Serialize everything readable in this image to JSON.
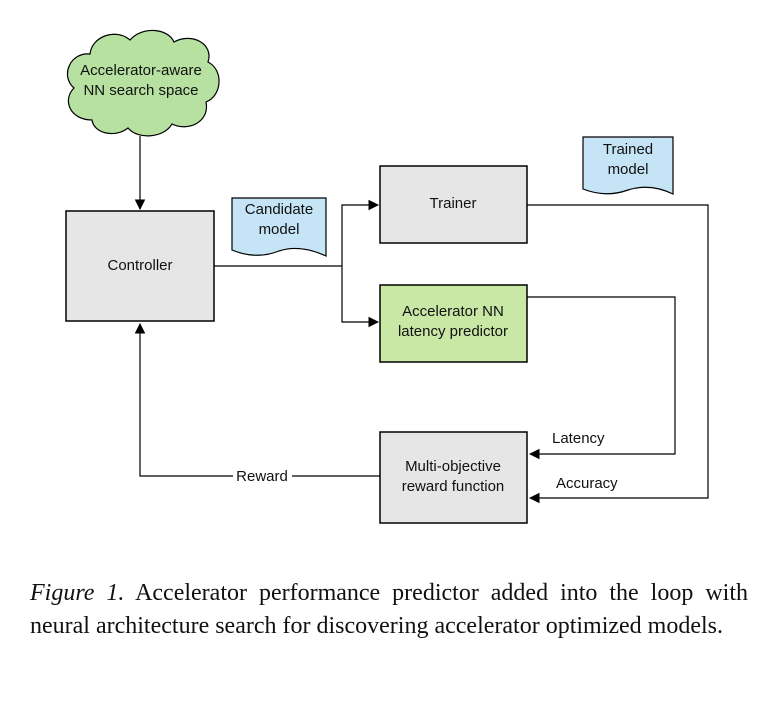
{
  "nodes": {
    "search_space": [
      "Accelerator-aware",
      "NN search space"
    ],
    "controller": "Controller",
    "candidate_model": [
      "Candidate",
      "model"
    ],
    "trainer": "Trainer",
    "trained_model": [
      "Trained",
      "model"
    ],
    "latency_predictor": [
      "Accelerator NN",
      "latency predictor"
    ],
    "reward_function": [
      "Multi-objective",
      "reward function"
    ]
  },
  "edges": {
    "reward": "Reward",
    "latency": "Latency",
    "accuracy": "Accuracy"
  },
  "colors": {
    "cloud_fill": "#b7e1a1",
    "box_fill": "#e6e6e6",
    "predictor_fill": "#c9e8a6",
    "doc_fill": "#c5e4f6",
    "stroke": "#000000"
  },
  "caption": {
    "lead": "Figure 1.",
    "text": "Accelerator performance predictor added into the loop with neural architecture search for discovering accelerator optimized models."
  }
}
